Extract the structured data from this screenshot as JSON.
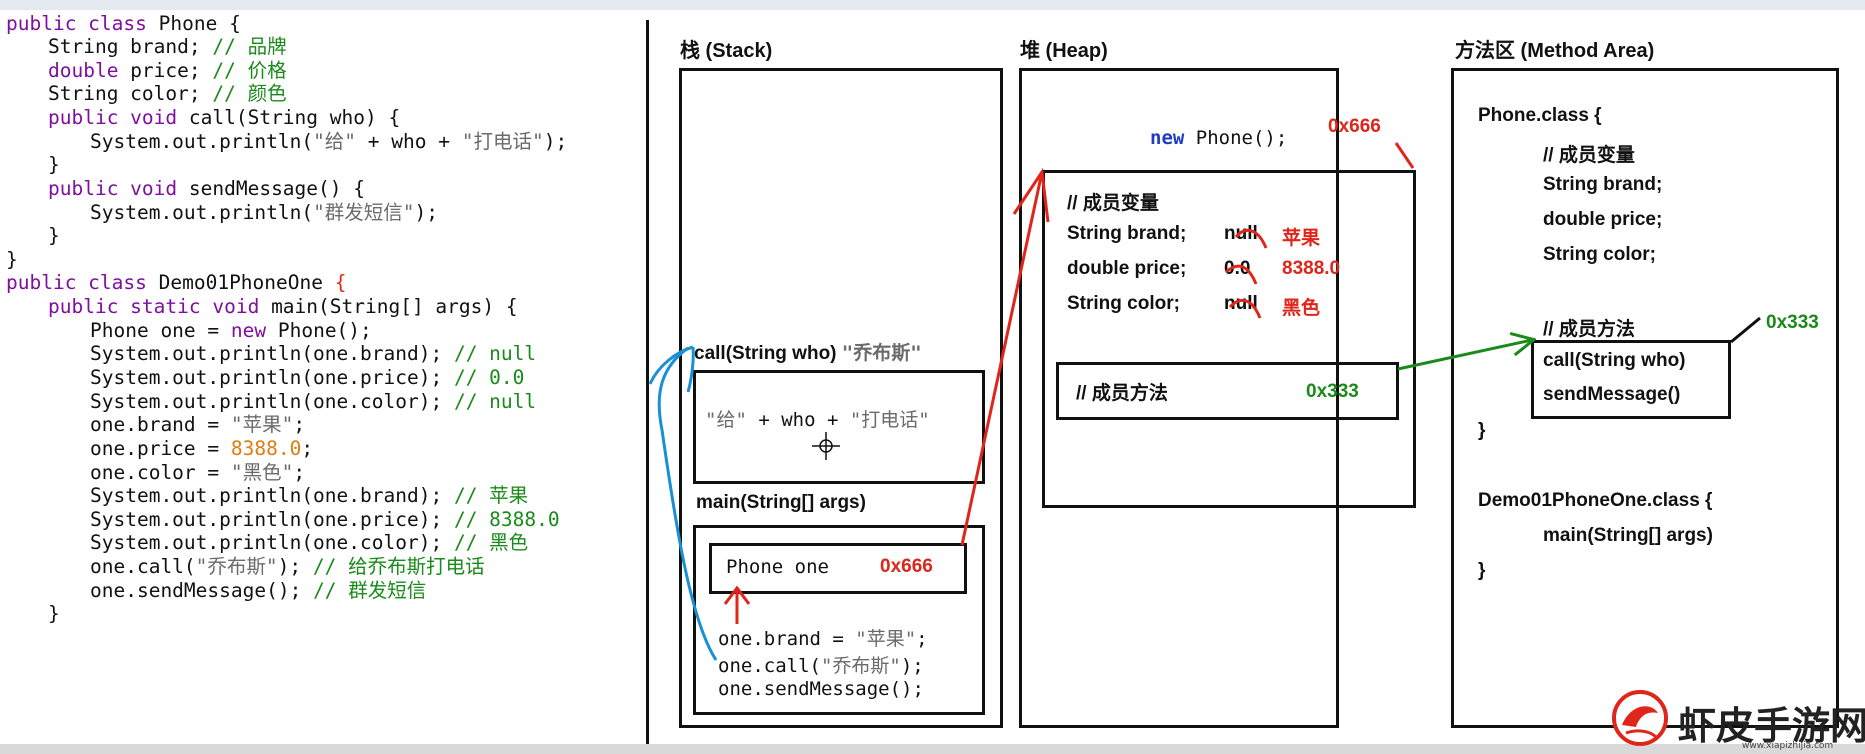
{
  "code": {
    "l1": {
      "kw": "public class ",
      "rest": "Phone {"
    },
    "l2": {
      "pre": "String brand; ",
      "cm": "// 品牌"
    },
    "l3": {
      "kw": "double ",
      "pre": "price; ",
      "cm": "// 价格"
    },
    "l4": {
      "pre": "String color; ",
      "cm": "// 颜色"
    },
    "l5": {
      "kw": "public void ",
      "rest": "call(String who) {"
    },
    "l6": {
      "a": "System.out.println(",
      "s1": "\"给\"",
      "b": " + who + ",
      "s2": "\"打电话\"",
      "c": ");"
    },
    "l7": "}",
    "l8": {
      "kw": "public void ",
      "rest": "sendMessage() {"
    },
    "l9": {
      "a": "System.out.println(",
      "s1": "\"群发短信\"",
      "c": ");"
    },
    "l10": "}",
    "l11": "}",
    "l12": {
      "kw": "public class ",
      "rest": "Demo01PhoneOne ",
      "brace": "{"
    },
    "l13": {
      "kw": "public static void ",
      "rest": "main(String[] args) {"
    },
    "l14": {
      "a": "Phone one = ",
      "kw": "new ",
      "rest": "Phone();"
    },
    "l15": {
      "a": "System.out.println(one.brand); ",
      "cm": "// null"
    },
    "l16": {
      "a": "System.out.println(one.price); ",
      "cm": "// 0.0"
    },
    "l17": {
      "a": "System.out.println(one.color); ",
      "cm": "// null"
    },
    "l18": {
      "a": "one.brand = ",
      "s": "\"苹果\"",
      "c": ";"
    },
    "l19": {
      "a": "one.price = ",
      "n": "8388.0",
      "c": ";"
    },
    "l20": {
      "a": "one.color = ",
      "s": "\"黑色\"",
      "c": ";"
    },
    "l21": {
      "a": "System.out.println(one.brand); ",
      "cm": "// 苹果"
    },
    "l22": {
      "a": "System.out.println(one.price); ",
      "cm": "// 8388.0"
    },
    "l23": {
      "a": "System.out.println(one.color); ",
      "cm": "// 黑色"
    },
    "l24": {
      "a": "one.call(",
      "s": "\"乔布斯\"",
      "c": "); ",
      "cm": "// 给乔布斯打电话"
    },
    "l25": {
      "a": "one.sendMessage(); ",
      "cm": "// 群发短信"
    },
    "l26": "}"
  },
  "stack": {
    "title": "栈 (Stack)",
    "call_frame": "call(String who)",
    "call_arg": "\"乔布斯\"",
    "call_body": {
      "s1": "\"给\"",
      "mid": " + who + ",
      "s2": "\"打电话\""
    },
    "main_frame": "main(String[] args)",
    "var": "Phone one",
    "var_addr": "0x666",
    "stmt1": {
      "a": "one.brand = ",
      "s": "\"苹果\"",
      "c": ";"
    },
    "stmt2": {
      "a": "one.call(",
      "s": "\"乔布斯\"",
      "c": ");"
    },
    "stmt3": "one.sendMessage();"
  },
  "heap": {
    "title": "堆 (Heap)",
    "new_kw": "new",
    "new_rest": " Phone();",
    "addr": "0x666",
    "fields_comment": "// 成员变量",
    "f1": {
      "label": "String brand;",
      "old": "null",
      "new": "苹果"
    },
    "f2": {
      "label": "double price;",
      "old": "0.0",
      "new": "8388.0"
    },
    "f3": {
      "label": "String color;",
      "old": "null",
      "new": "黑色"
    },
    "methods_comment": "// 成员方法",
    "methods_addr": "0x333"
  },
  "method_area": {
    "title": "方法区 (Method Area)",
    "phone_class": "Phone.class {",
    "fields_comment": "// 成员变量",
    "f1": "String brand;",
    "f2": "double price;",
    "f3": "String color;",
    "methods_comment": "// 成员方法",
    "m1": "call(String who)",
    "m2": "sendMessage()",
    "methods_addr": "0x333",
    "close1": "}",
    "demo_class": "Demo01PhoneOne.class {",
    "main": "main(String[] args)",
    "close2": "}"
  },
  "watermark": {
    "text": "虾皮手游网",
    "url": "www.xiapizhijia.com"
  },
  "colors": {
    "keyword": "#7f0f9e",
    "string": "#6b6b6b",
    "number": "#e07d10",
    "comment": "#1a8a1a",
    "red": "#e0251b",
    "blue_arrow": "#1a8fd6",
    "green": "#1a8a1a"
  }
}
